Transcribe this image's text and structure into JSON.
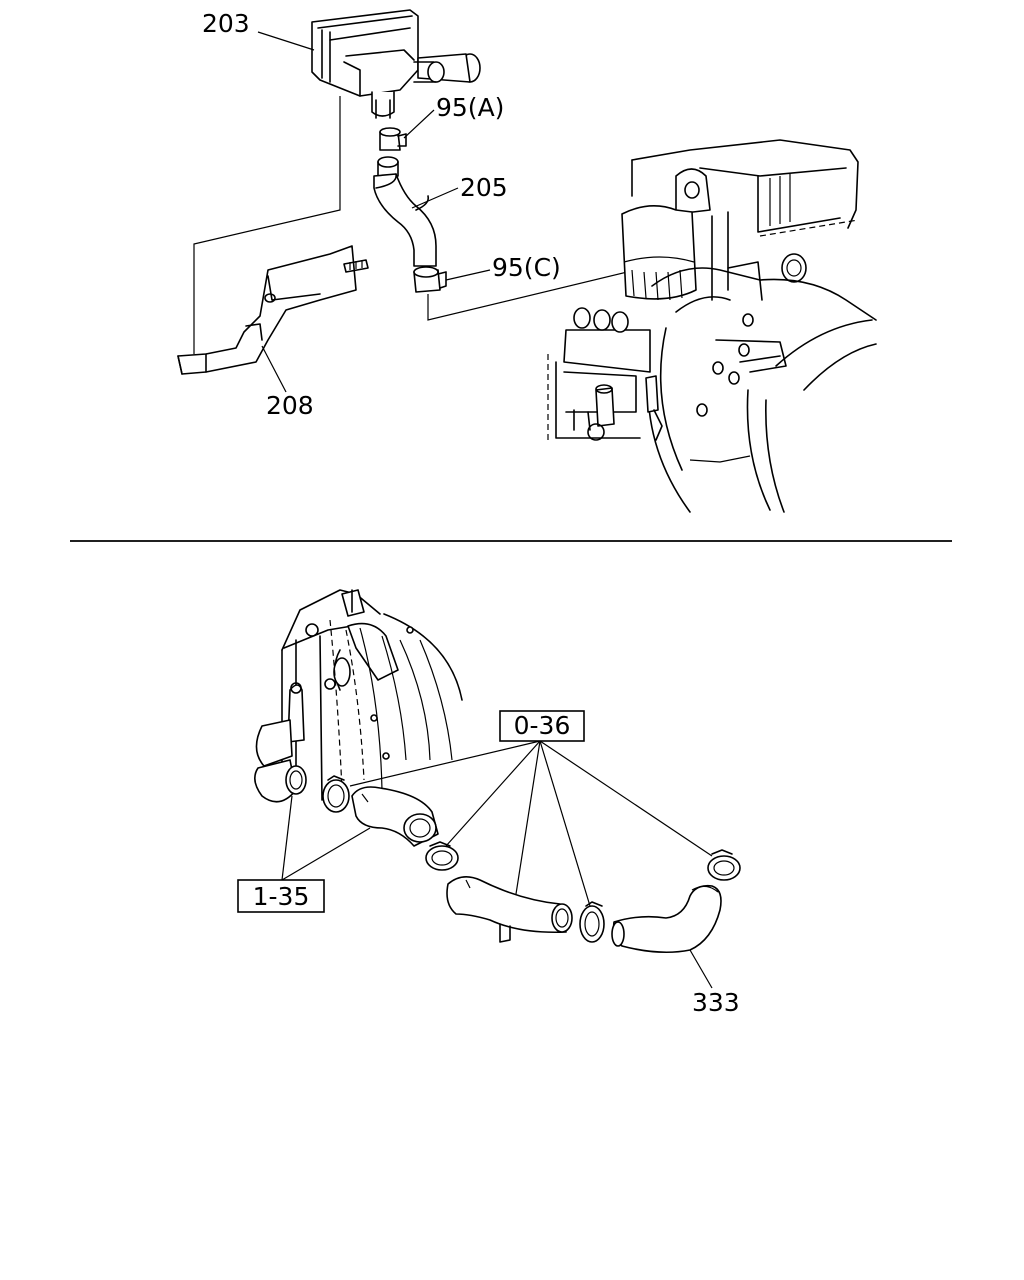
{
  "top_section": {
    "labels": {
      "p203": "203",
      "p95a": "95(A)",
      "p205": "205",
      "p95c": "95(C)",
      "p208": "208"
    }
  },
  "bottom_section": {
    "labels": {
      "ref_036": "0-36",
      "ref_135": "1-35",
      "p333": "333"
    }
  }
}
